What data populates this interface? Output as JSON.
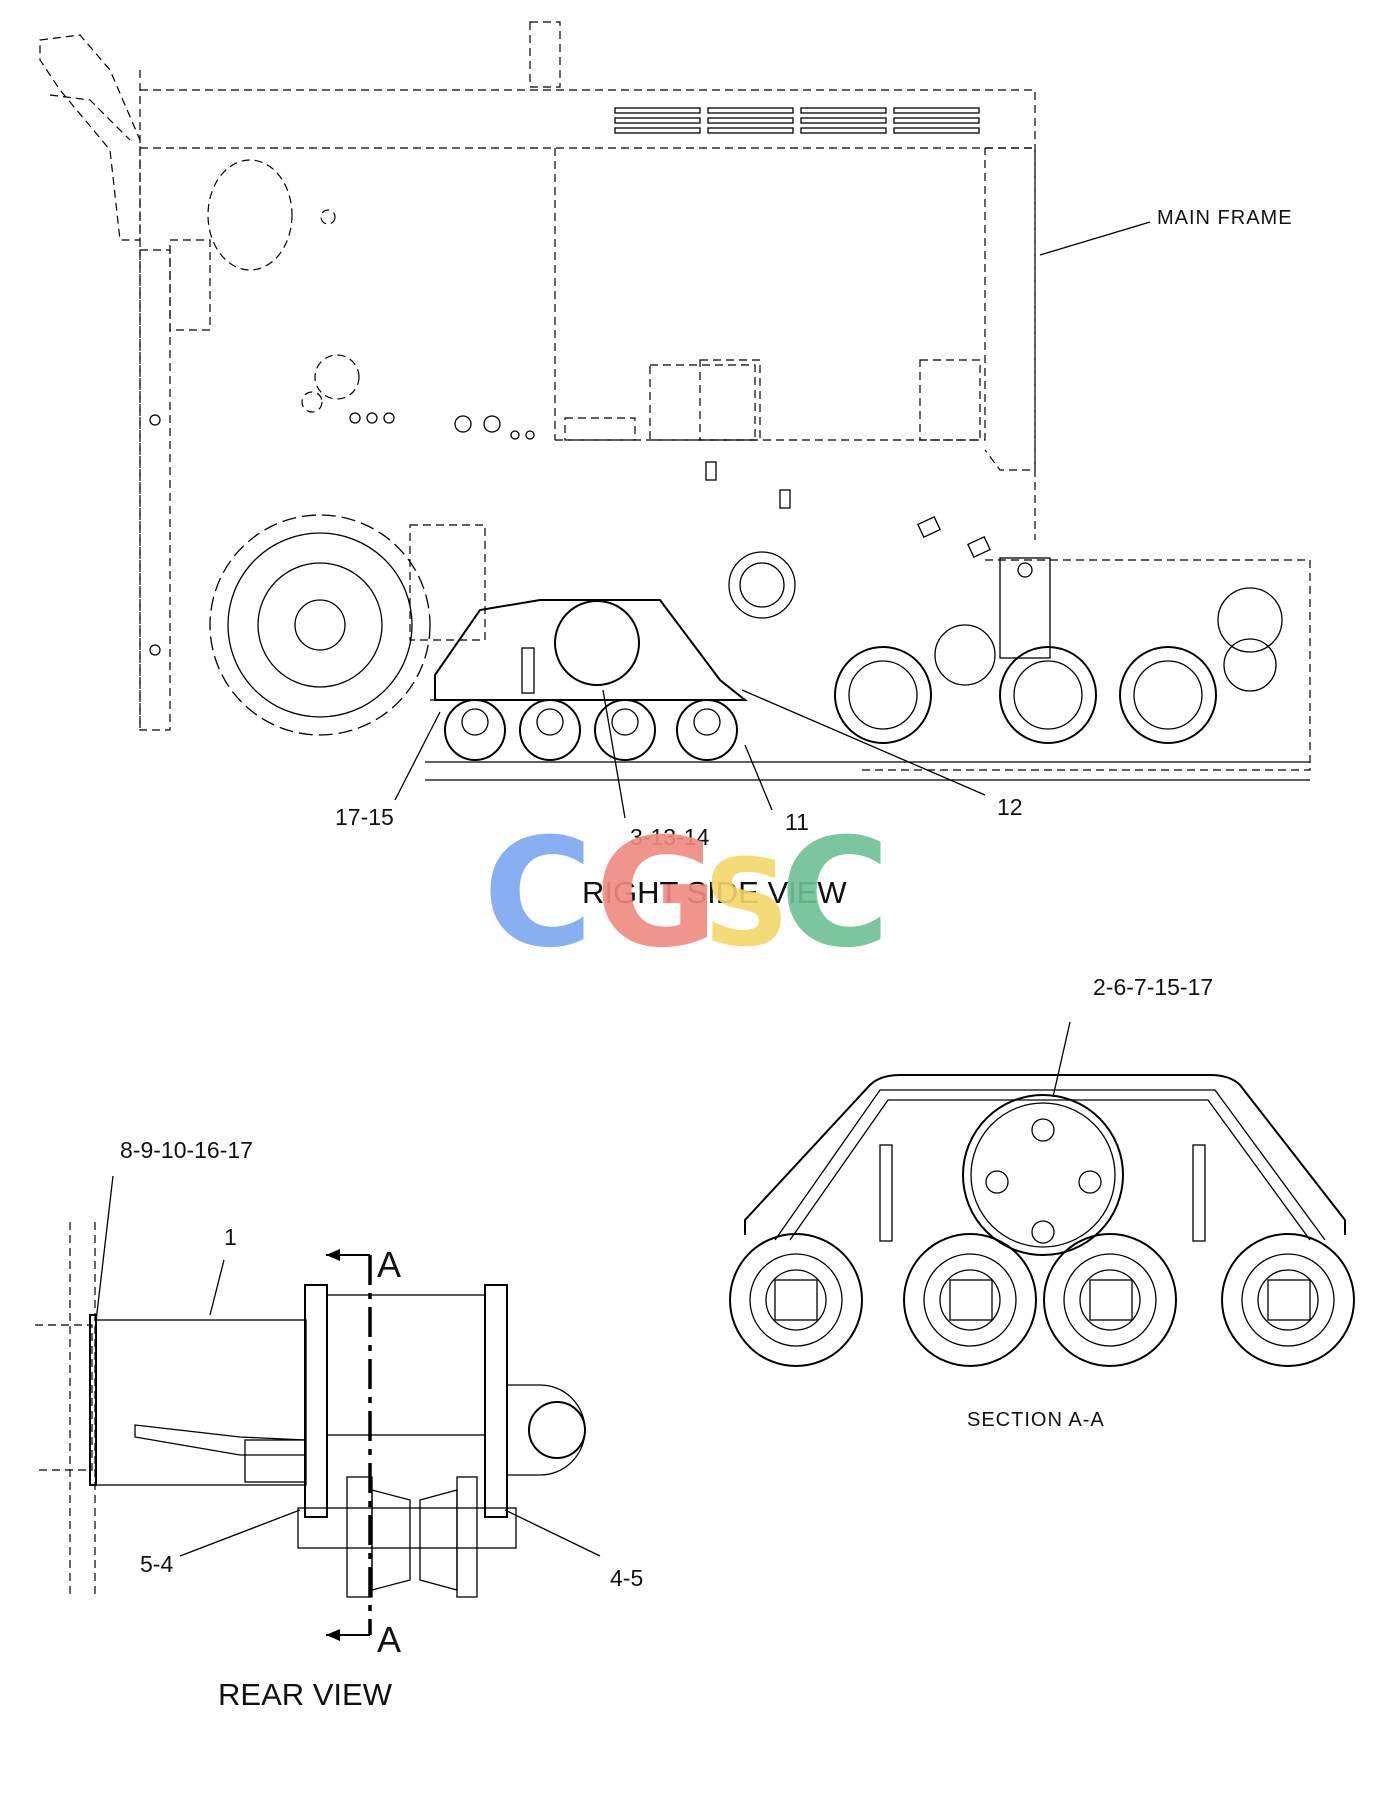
{
  "labels": {
    "main_frame": "MAIN FRAME",
    "right_side_view": "RIGHT SIDE VIEW",
    "section_aa": "SECTION  A-A",
    "rear_view": "REAR VIEW",
    "section_marker": "A"
  },
  "callouts": {
    "c_17_15": "17-15",
    "c_3_13_14": "3-13-14",
    "c_11": "11",
    "c_12": "12",
    "c_2_6_7_15_17": "2-6-7-15-17",
    "c_8_9_10_16_17": "8-9-10-16-17",
    "c_1": "1",
    "c_5_4": "5-4",
    "c_4_5": "4-5"
  },
  "watermark": {
    "letters": [
      "C",
      "G",
      "S",
      "C"
    ],
    "colors": [
      "#7ba7f0",
      "#f08a80",
      "#f5d66a",
      "#6dbf95"
    ]
  }
}
